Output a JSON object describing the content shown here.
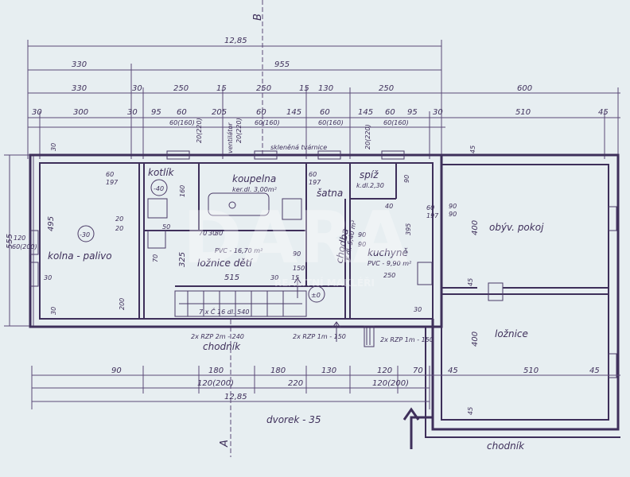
{
  "dims": {
    "top_total": "12,85",
    "row2": [
      "330",
      "955"
    ],
    "row3": [
      "330",
      "30",
      "250",
      "15",
      "250",
      "15",
      "130",
      "250",
      "600"
    ],
    "row4": [
      "30",
      "300",
      "30",
      "95",
      "60",
      "205",
      "60",
      "145",
      "60",
      "145",
      "60",
      "95",
      "30",
      "510",
      "45"
    ],
    "openings_top": [
      "60(160)",
      "20(220)",
      "20(220)",
      "60(160)",
      "60(160)",
      "20(220)",
      "60(160)"
    ],
    "left_side": [
      "555",
      "495",
      "120",
      "60(200)",
      "30",
      "30"
    ],
    "bottom1": [
      "90",
      "180",
      "180",
      "130",
      "120",
      "70",
      "45",
      "510",
      "45"
    ],
    "bottom2": [
      "120(200)",
      "220",
      "120(200)"
    ],
    "bottom_total": "12,85",
    "right_top": "45",
    "right_sides": [
      "400",
      "400",
      "90",
      "90",
      "45",
      "45"
    ],
    "inner": [
      "60",
      "197",
      "20",
      "20",
      "50",
      "325",
      "515",
      "200",
      "30",
      "70",
      "30",
      "30",
      "160",
      "90",
      "150",
      "30",
      "15",
      "90",
      "395",
      "60",
      "197",
      "60",
      "197",
      "90",
      "90",
      "250",
      "30",
      "40",
      "70"
    ]
  },
  "labels": {
    "section_b": "B",
    "section_a": "A",
    "kotlik": "kotlík",
    "koupelna": "koupelna",
    "koupelna_sub": "ker.dl. 3,00m²",
    "satna": "šatna",
    "spiz": "spíž",
    "spiz_sub": "k.dl.2,30",
    "sklenena": "skleněná tvárnice",
    "ventilator": "ventilátor",
    "kolna": "kolna - palivo",
    "loznice_deti": "ložnice dětí",
    "loznice_deti_sub": "PVC - 16,70 m²",
    "chodba": "chodba",
    "chodba_sub": "k.dl. 5,40 m²",
    "kuchyne": "kuchyně",
    "kuchyne_sub": "PVC - 9,90 m²",
    "obyv": "obýv. pokoj",
    "loznice": "ložnice",
    "schody": "7 x Č 16 dl. 540",
    "chodnik": "chodník",
    "chodnik_right": "chodník",
    "dvorek": "dvorek - 35",
    "level_kolna": "-30",
    "level_chodba": "±0",
    "level_kotlik": "-40",
    "windows": [
      "2x RZP 2m - 240",
      "2x RZP 1m - 150",
      "2x RZP 1m - 150"
    ]
  },
  "watermark": {
    "brand": "DARA",
    "sub": "REALITNÍ MAKLÉŘI"
  }
}
